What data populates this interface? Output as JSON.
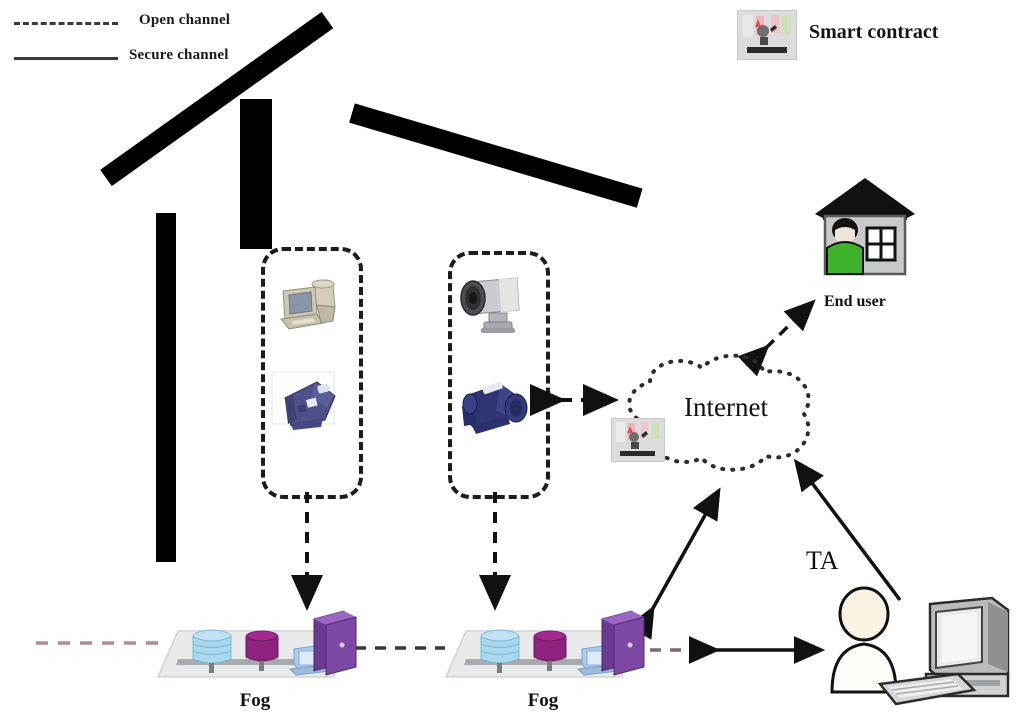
{
  "legend": {
    "open_channel": {
      "label": "Open channel",
      "style": "dashed",
      "color": "#3a3a3a"
    },
    "secure_channel": {
      "label": "Secure channel",
      "style": "solid",
      "color": "#3a3a3a"
    },
    "smart_contract": {
      "label": "Smart contract",
      "icon": "smart-contract-icon"
    }
  },
  "nodes": {
    "home": {
      "icon": "house-outline-icon"
    },
    "device_group_1": {
      "devices": [
        {
          "icon": "desktop-computer-icon",
          "color": "#d9d4c4"
        },
        {
          "icon": "telephone-icon",
          "color": "#4a4d86"
        }
      ]
    },
    "device_group_2": {
      "devices": [
        {
          "icon": "cctv-camera-icon",
          "color": "#b9bcc0"
        },
        {
          "icon": "electric-motor-icon",
          "color": "#2e3573"
        }
      ]
    },
    "fog_1": {
      "label": "Fog",
      "icon": "fog-server-icon"
    },
    "fog_2": {
      "label": "Fog",
      "icon": "fog-server-icon"
    },
    "internet": {
      "label": "Internet",
      "icon": "cloud-icon",
      "smart_contract_icon": "smart-contract-icon"
    },
    "end_user": {
      "label": "End user",
      "icon": "house-with-person-icon",
      "shirt_color": "#3cb329"
    },
    "ta": {
      "label": "TA",
      "icon": "admin-with-computer-icon"
    }
  },
  "edges": [
    {
      "from": "device_group_1",
      "to": "fog_1",
      "channel": "open",
      "arrow": "single-down"
    },
    {
      "from": "device_group_2",
      "to": "fog_2",
      "channel": "open",
      "arrow": "single-down"
    },
    {
      "from": "device_group_2",
      "to": "internet",
      "channel": "open",
      "arrow": "double"
    },
    {
      "from": "internet",
      "to": "end_user",
      "channel": "open",
      "arrow": "double"
    },
    {
      "from": "fog_2",
      "to": "internet",
      "channel": "secure",
      "arrow": "double"
    },
    {
      "from": "ta",
      "to": "internet",
      "channel": "secure",
      "arrow": "single-up"
    },
    {
      "from": "fog_1",
      "to": "fog_2",
      "channel": "open",
      "arrow": "none"
    },
    {
      "from": "fog_2",
      "to": "ta",
      "channel": "open",
      "arrow": "double"
    },
    {
      "from": "left-edge",
      "to": "fog_1",
      "channel": "open",
      "arrow": "none"
    }
  ]
}
